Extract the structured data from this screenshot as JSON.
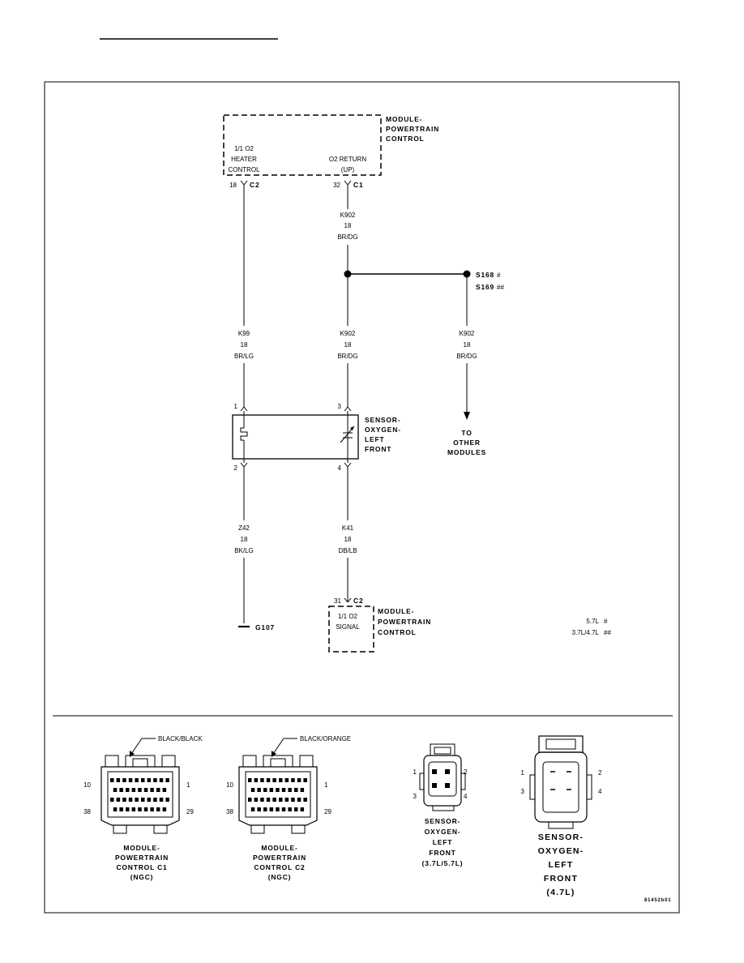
{
  "pcm_top": {
    "name": [
      "MODULE-",
      "POWERTRAIN",
      "CONTROL"
    ],
    "pin_left": [
      "1/1 O2",
      "HEATER",
      "CONTROL"
    ],
    "pin_right": [
      "O2 RETURN",
      "(UP)"
    ],
    "cavity_left": "18",
    "connector_left": "C2",
    "cavity_right": "32",
    "connector_right": "C1"
  },
  "wires": {
    "k902_top": [
      "K902",
      "18",
      "BR/DG"
    ],
    "k902_mid": [
      "K902",
      "18",
      "BR/DG"
    ],
    "k902_right": [
      "K902",
      "18",
      "BR/DG"
    ],
    "k99": [
      "K99",
      "18",
      "BR/LG"
    ],
    "z42": [
      "Z42",
      "18",
      "BK/LG"
    ],
    "k41": [
      "K41",
      "18",
      "DB/LB"
    ]
  },
  "splices": {
    "s168": "S168",
    "s168_mark": "#",
    "s169": "S169",
    "s169_mark": "##"
  },
  "to_other": [
    "TO",
    "OTHER",
    "MODULES"
  ],
  "sensor": {
    "name": [
      "SENSOR-",
      "OXYGEN-",
      "LEFT",
      "FRONT"
    ],
    "pin1": "1",
    "pin2": "2",
    "pin3": "3",
    "pin4": "4"
  },
  "ground": "G107",
  "pcm_bottom": {
    "cavity": "31",
    "connector": "C2",
    "pin": [
      "1/1 O2",
      "SIGNAL"
    ],
    "name": [
      "MODULE-",
      "POWERTRAIN",
      "CONTROL"
    ]
  },
  "legend": [
    {
      "label": "5.7L",
      "mark": "#"
    },
    {
      "label": "3.7L/4.7L",
      "mark": "##"
    }
  ],
  "connectors": {
    "c1": {
      "callout": "BLACK/BLACK",
      "pin_tl": "10",
      "pin_tr": "1",
      "pin_bl": "38",
      "pin_br": "29",
      "caption": [
        "MODULE-",
        "POWERTRAIN",
        "CONTROL C1",
        "(NGC)"
      ]
    },
    "c2": {
      "callout": "BLACK/ORANGE",
      "pin_tl": "10",
      "pin_tr": "1",
      "pin_bl": "38",
      "pin_br": "29",
      "caption": [
        "MODULE-",
        "POWERTRAIN",
        "CONTROL C2",
        "(NGC)"
      ]
    },
    "o2_small": {
      "pin1": "1",
      "pin2": "2",
      "pin3": "3",
      "pin4": "4",
      "caption": [
        "SENSOR-",
        "OXYGEN-",
        "LEFT",
        "FRONT",
        "(3.7L/5.7L)"
      ]
    },
    "o2_large": {
      "pin1": "1",
      "pin2": "2",
      "pin3": "3",
      "pin4": "4",
      "caption": [
        "SENSOR-",
        "OXYGEN-",
        "LEFT",
        "FRONT",
        "(4.7L)"
      ]
    }
  },
  "figure_id": "81452b01"
}
